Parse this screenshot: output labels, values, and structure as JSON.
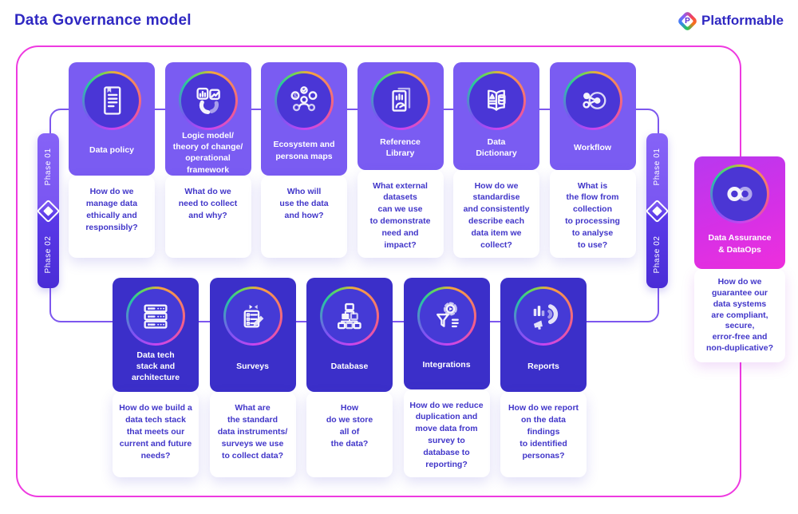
{
  "header": {
    "title": "Data Governance model",
    "brand": "Platformable"
  },
  "phases": {
    "phase1": "Phase 01",
    "phase2": "Phase 02"
  },
  "colors": {
    "frame_pink": "#ee3ae0",
    "connector_purple": "#7d57ee",
    "card_purple_top": "#7a5cf2",
    "card_indigo_bottom": "#3b2fc9",
    "side_card_pink_gradient": [
      "#b838ef",
      "#ee2fdc"
    ],
    "question_text": "#4136c9",
    "title_blue": "#2f28c2"
  },
  "top_row": [
    {
      "title": "Data policy",
      "question": "How do we\nmanage data\nethically and\nresponsibly?",
      "icon": "document-icon"
    },
    {
      "title": "Logic model/\ntheory of change/\noperational\nframework",
      "question": "What do we\nneed to collect\nand why?",
      "icon": "logic-model-icon"
    },
    {
      "title": "Ecosystem and\npersona maps",
      "question": "Who will\nuse the data\nand how?",
      "icon": "ecosystem-icon"
    },
    {
      "title": "Reference\nLibrary",
      "question": "What external\ndatasets\ncan we use\nto demonstrate\nneed and\nimpact?",
      "icon": "reference-library-icon"
    },
    {
      "title": "Data\nDictionary",
      "question": "How do we\nstandardise\nand consistently\ndescribe each\ndata item we\ncollect?",
      "icon": "data-dictionary-icon"
    },
    {
      "title": "Workflow",
      "question": "What is\nthe flow from\ncollection\nto processing\nto analyse\nto use?",
      "icon": "workflow-icon"
    }
  ],
  "bottom_row": [
    {
      "title": "Data tech\nstack and\narchitecture",
      "question": "How do we build a\ndata tech stack\nthat meets our\ncurrent and future\nneeds?",
      "icon": "server-stack-icon"
    },
    {
      "title": "Surveys",
      "question": "What are\nthe standard\ndata instruments/\nsurveys we use\nto collect data?",
      "icon": "survey-icon"
    },
    {
      "title": "Database",
      "question": "How\ndo we store\nall of\nthe data?",
      "icon": "database-icon"
    },
    {
      "title": "Integrations",
      "question": "How do we reduce\nduplication and\nmove data from\nsurvey to\ndatabase to\nreporting?",
      "icon": "integrations-icon"
    },
    {
      "title": "Reports",
      "question": "How do we report\non the data\nfindings\nto identified\npersonas?",
      "icon": "reports-icon"
    }
  ],
  "side_card": {
    "title": "Data Assurance\n& DataOps",
    "question": "How do we\nguarantee our\ndata systems\nare compliant,\nsecure,\nerror-free and\nnon-duplicative?",
    "icon": "dataops-infinity-icon"
  }
}
